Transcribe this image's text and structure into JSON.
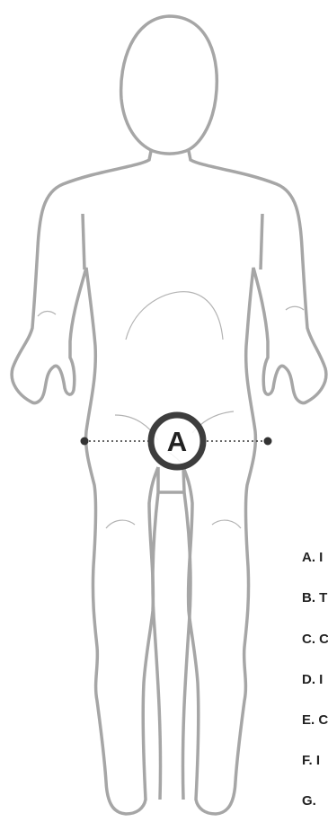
{
  "figure": {
    "marker": {
      "letter": "A"
    },
    "colors": {
      "outline": "#a6a6a6",
      "detail": "#b3b3b3",
      "marker": "#3d3d3d",
      "text": "#222222"
    }
  },
  "legend": {
    "items": [
      "A. I",
      "B. T",
      "C. C",
      "D. I",
      "E. C",
      "F. I",
      "G. "
    ]
  }
}
